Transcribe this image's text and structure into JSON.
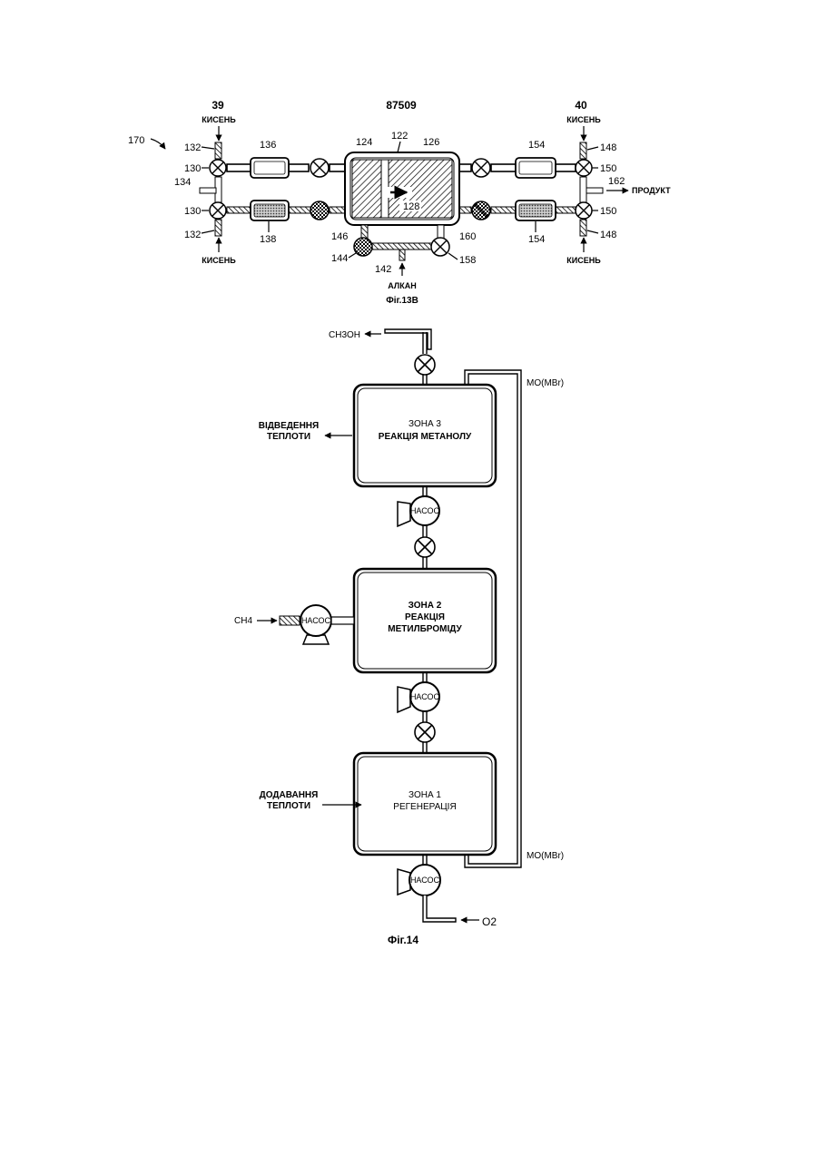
{
  "header": {
    "page_left": "39",
    "doc_number": "87509",
    "page_right": "40"
  },
  "fig13b": {
    "caption": "Фіг.13В",
    "labels": {
      "oxygen_top_left": "КИСЕНЬ",
      "oxygen_bottom_left": "КИСЕНЬ",
      "oxygen_top_right": "КИСЕНЬ",
      "oxygen_bottom_right": "КИСЕНЬ",
      "product": "ПРОДУКТ",
      "alkane": "АЛКАН"
    },
    "refs": {
      "r170": "170",
      "r132a": "132",
      "r130a": "130",
      "r134": "134",
      "r130b": "130",
      "r132b": "132",
      "r136": "136",
      "r138": "138",
      "r124": "124",
      "r122": "122",
      "r126": "126",
      "r128": "128",
      "r146": "146",
      "r144": "144",
      "r142": "142",
      "r160": "160",
      "r158": "158",
      "r154a": "154",
      "r154b": "154",
      "r148a": "148",
      "r150a": "150",
      "r162": "162",
      "r150b": "150",
      "r148b": "148"
    }
  },
  "fig14": {
    "caption": "Фіг.14",
    "output_methanol": "CH3OH",
    "return_top": "MO(MBr)",
    "return_bottom": "MO(MBr)",
    "zone3": {
      "line1": "ЗОНА 3",
      "line2": "РЕАКЦІЯ МЕТАНОЛУ"
    },
    "zone2": {
      "line1": "ЗОНА 2",
      "line2": "РЕАКЦІЯ",
      "line3": "МЕТИЛБРОМІДУ"
    },
    "zone1": {
      "line1": "ЗОНА 1",
      "line2": "РЕГЕНЕРАЦІЯ"
    },
    "heat_removal": {
      "line1": "ВІДВЕДЕННЯ",
      "line2": "ТЕПЛОТИ"
    },
    "heat_addition": {
      "line1": "ДОДАВАННЯ",
      "line2": "ТЕПЛОТИ"
    },
    "input_methane": "CH4",
    "input_oxygen": "O2",
    "pump_label": "НАСОС"
  }
}
